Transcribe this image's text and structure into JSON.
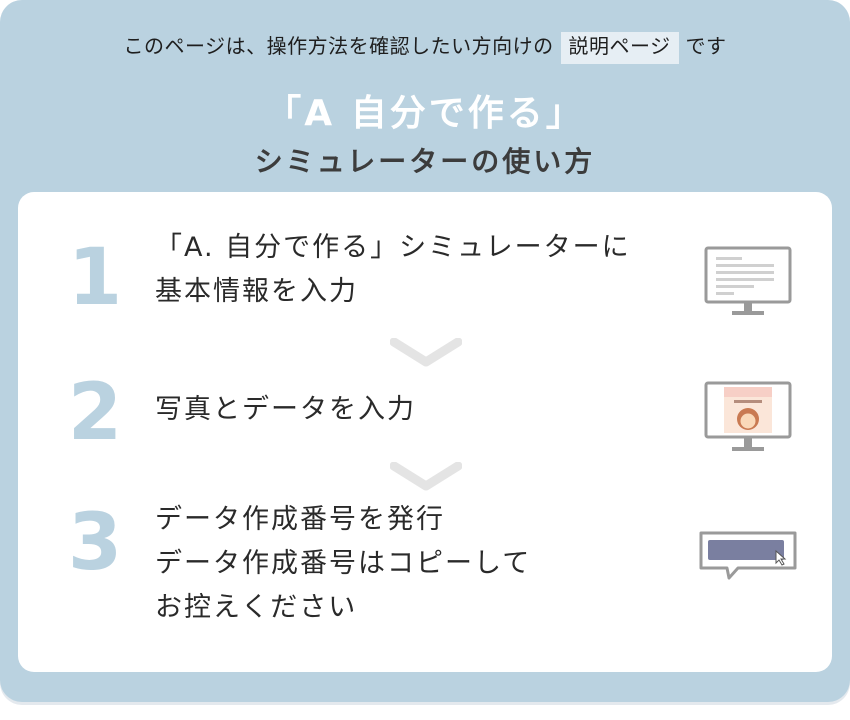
{
  "header": {
    "intro_prefix": "このページは、操作方法を確認したい方向けの",
    "intro_highlight": "説明ページ",
    "intro_suffix": "です",
    "title": "「A 自分で作る」",
    "subtitle": "シミュレーターの使い方"
  },
  "steps": [
    {
      "number": "1",
      "lines": [
        "「A. 自分で作る」シミュレーターに",
        "基本情報を入力"
      ],
      "icon": "monitor-form-icon"
    },
    {
      "number": "2",
      "lines": [
        "写真とデータを入力"
      ],
      "icon": "monitor-photo-icon"
    },
    {
      "number": "3",
      "lines": [
        "データ作成番号を発行",
        "データ作成番号はコピーして",
        "お控えください"
      ],
      "icon": "copy-code-bubble-icon"
    }
  ],
  "colors": {
    "frame": "#bad2e0",
    "number": "#bad2e0",
    "chevron": "#e4e4e4",
    "icon_gray": "#9a9a9a",
    "code_box": "#7a7fa0"
  }
}
